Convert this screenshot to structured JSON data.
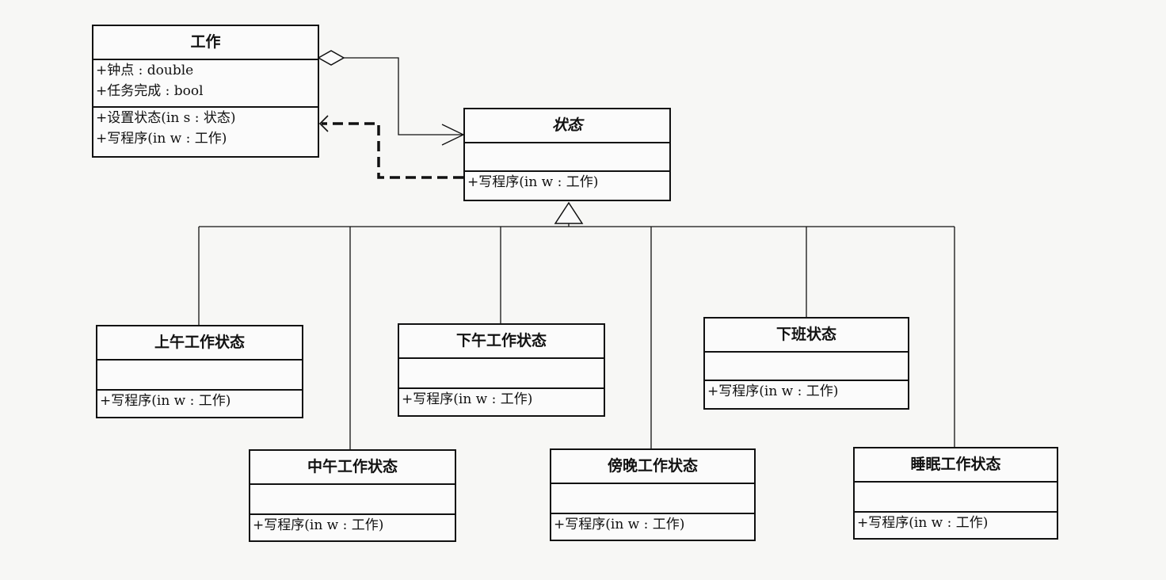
{
  "classes": {
    "work": {
      "name": "工作",
      "attributes": [
        "+钟点 : double",
        "+任务完成 : bool"
      ],
      "operations": [
        "+设置状态(in s : 状态)",
        "+写程序(in w : 工作)"
      ]
    },
    "state": {
      "name": "状态",
      "abstract": true,
      "attributes": [],
      "operations": [
        "+写程序(in w : 工作)"
      ]
    },
    "morning": {
      "name": "上午工作状态",
      "attributes": [],
      "operations": [
        "+写程序(in w : 工作)"
      ]
    },
    "afternoon": {
      "name": "下午工作状态",
      "attributes": [],
      "operations": [
        "+写程序(in w : 工作)"
      ]
    },
    "rest": {
      "name": "下班状态",
      "attributes": [],
      "operations": [
        "+写程序(in w : 工作)"
      ]
    },
    "noon": {
      "name": "中午工作状态",
      "attributes": [],
      "operations": [
        "+写程序(in w : 工作)"
      ]
    },
    "evening": {
      "name": "傍晚工作状态",
      "attributes": [],
      "operations": [
        "+写程序(in w : 工作)"
      ]
    },
    "sleeping": {
      "name": "睡眠工作状态",
      "attributes": [],
      "operations": [
        "+写程序(in w : 工作)"
      ]
    }
  },
  "relations": [
    {
      "type": "aggregation",
      "from": "work",
      "to": "state"
    },
    {
      "type": "dependency",
      "from": "state",
      "to": "work"
    },
    {
      "type": "generalization",
      "from": "morning",
      "to": "state"
    },
    {
      "type": "generalization",
      "from": "noon",
      "to": "state"
    },
    {
      "type": "generalization",
      "from": "afternoon",
      "to": "state"
    },
    {
      "type": "generalization",
      "from": "evening",
      "to": "state"
    },
    {
      "type": "generalization",
      "from": "rest",
      "to": "state"
    },
    {
      "type": "generalization",
      "from": "sleeping",
      "to": "state"
    }
  ]
}
